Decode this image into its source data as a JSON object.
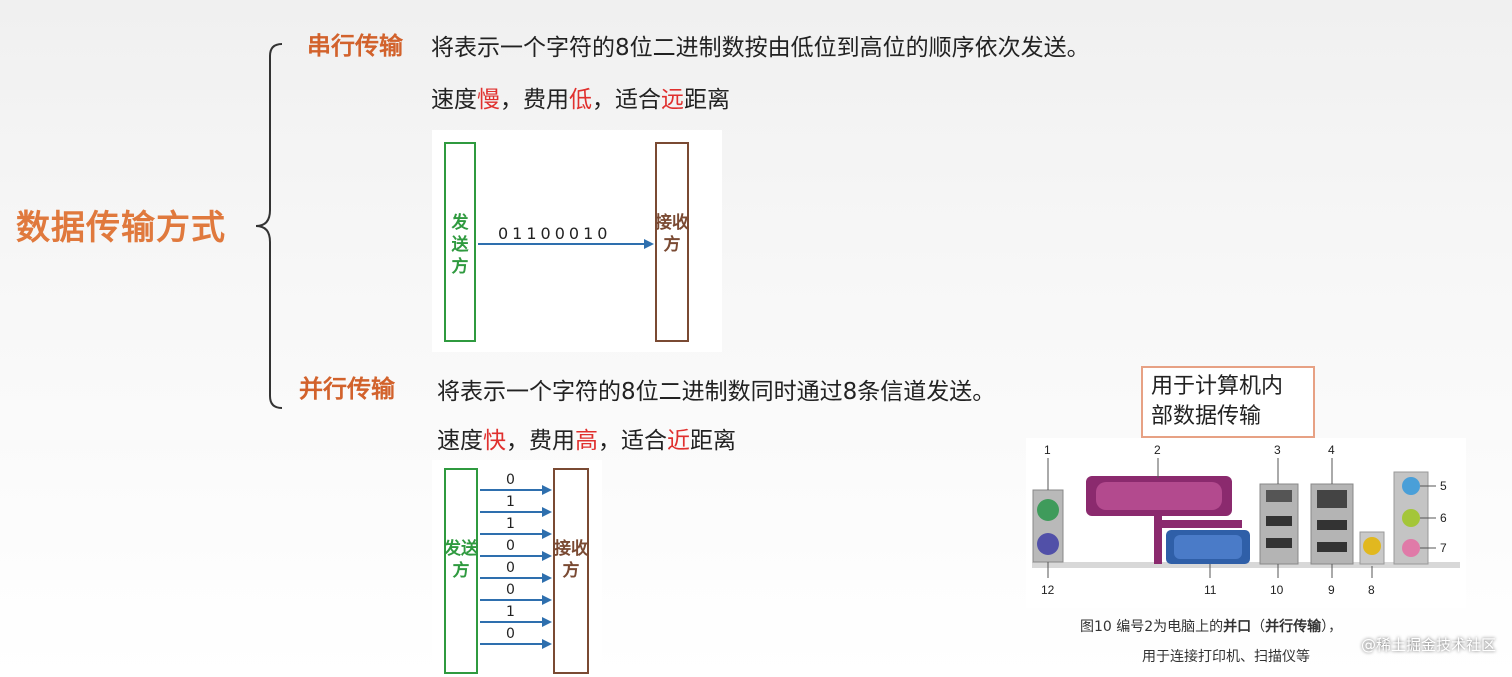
{
  "title": "数据传输方式",
  "serial": {
    "heading": "串行传输",
    "description": "将表示一个字符的8位二进制数按由低位到高位的顺序依次发送。",
    "speed_pre": "速度",
    "speed_word": "慢",
    "cost_pre": "，费用",
    "cost_word": "低",
    "fit_pre": "，适合",
    "fit_word": "远",
    "fit_post": "距离",
    "sender": "发送方",
    "receiver": "接收方",
    "bits": "01100010"
  },
  "parallel": {
    "heading": "并行传输",
    "description": "将表示一个字符的8位二进制数同时通过8条信道发送。",
    "speed_pre": "速度",
    "speed_word": "快",
    "cost_pre": "，费用",
    "cost_word": "高",
    "fit_pre": "，适合",
    "fit_word": "近",
    "fit_post": "距离",
    "sender": "发送方",
    "receiver": "接收方",
    "bits": [
      "0",
      "1",
      "1",
      "0",
      "0",
      "0",
      "1",
      "0"
    ]
  },
  "note": {
    "line1": "用于计算机内",
    "line2": "部数据传输"
  },
  "ports_image": {
    "labels": [
      "1",
      "2",
      "3",
      "4",
      "5",
      "6",
      "7",
      "8",
      "9",
      "10",
      "11",
      "12"
    ],
    "caption_pre": "图10  编号2为电脑上的",
    "caption_bold1": "并口",
    "caption_open": "（",
    "caption_bold2": "并行传输",
    "caption_close": "），",
    "caption_line2": "用于连接打印机、扫描仪等"
  },
  "watermark": "@稀土掘金技术社区",
  "colors": {
    "title": "#e0793d",
    "heading": "#d2622c",
    "highlight": "#e0302e",
    "sender_box": "#2f9a3f",
    "receiver_box": "#7a4a33",
    "arrow": "#2e6fae",
    "note_border": "#e7a184",
    "port_purple": "#8b2a6e",
    "port_blue": "#2f5fa8"
  }
}
